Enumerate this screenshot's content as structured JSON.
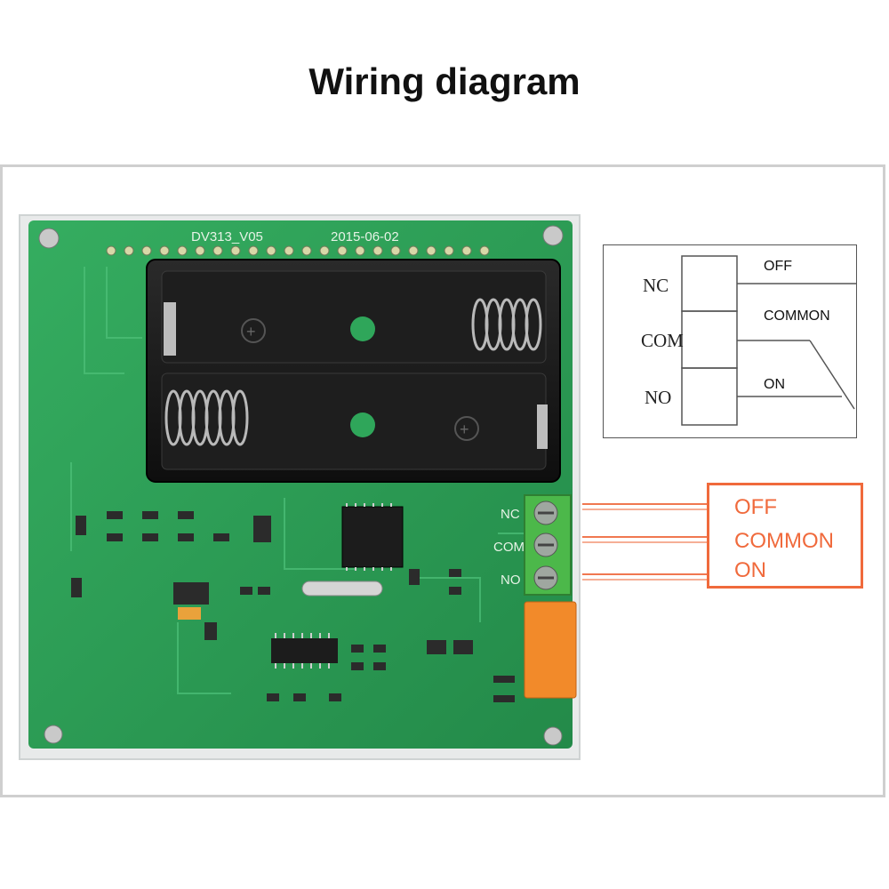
{
  "title": "Wiring diagram",
  "board": {
    "model_text": "DV313_V05",
    "date_text": "2015-06-02",
    "terminal_labels": [
      "NC",
      "COM",
      "NO"
    ]
  },
  "schematic": {
    "left_labels": [
      "NC",
      "COM",
      "NO"
    ],
    "right_labels": [
      "OFF",
      "COMMON",
      "ON"
    ]
  },
  "callout": {
    "labels": [
      "OFF",
      "COMMON",
      "ON"
    ],
    "color": "#f06a3c"
  },
  "colors": {
    "pcb_green": "#2fa65a",
    "battery_black": "#1b1b1b",
    "terminal_green": "#4cb84a",
    "relay_orange": "#f28a2a"
  }
}
